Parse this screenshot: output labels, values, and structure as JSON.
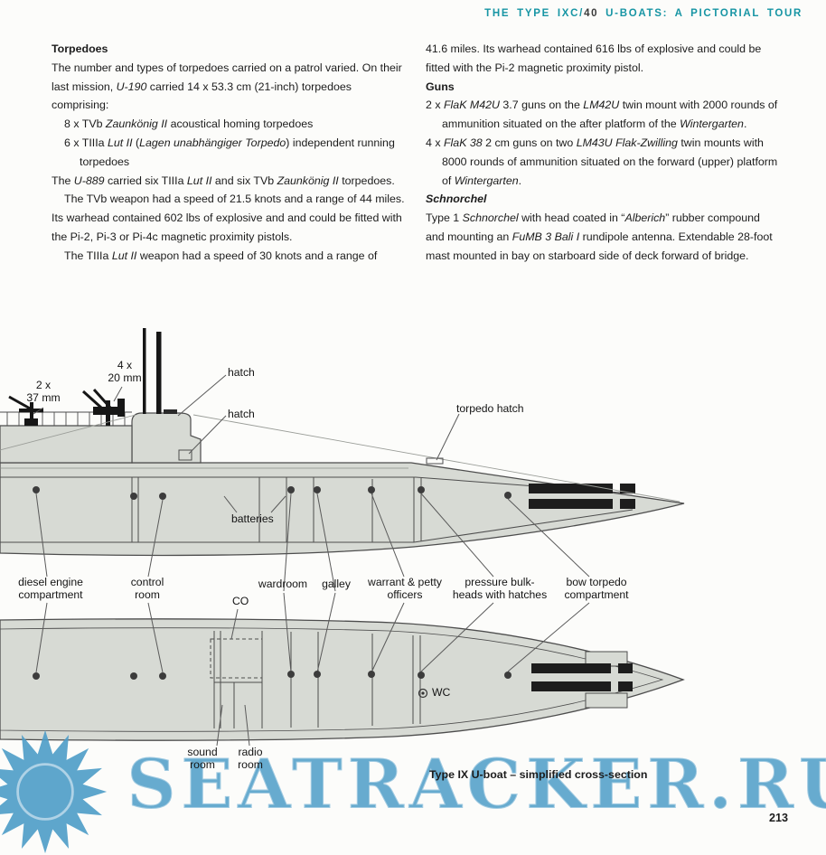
{
  "page": {
    "header": {
      "part1": "THE TYPE IXC/",
      "part2": "40",
      "part3": " U-BOATS: A PICTORIAL TOUR"
    },
    "page_number": "213",
    "watermark_text": "SEATRACKER.RU",
    "accent_color": "#1795a4",
    "watermark_color": "#4e9dc8"
  },
  "article": {
    "left": {
      "heading_torpedoes": "Torpedoes",
      "p_intro": [
        {
          "t": "The number and types of torpedoes carried on a patrol varied. On their last mission, "
        },
        {
          "t": "U-190",
          "i": true
        },
        {
          "t": " carried 14 x 53.3 cm (21-inch) torpedoes comprising:"
        }
      ],
      "item_tvb": [
        {
          "t": "8 x TVb "
        },
        {
          "t": "Zaunkönig II",
          "i": true
        },
        {
          "t": " acoustical homing torpedoes"
        }
      ],
      "item_tiiia": [
        {
          "t": "6 x TIIIa "
        },
        {
          "t": "Lut II",
          "i": true
        },
        {
          "t": " ("
        },
        {
          "t": "Lagen unabhängiger Torpedo",
          "i": true
        },
        {
          "t": ") independent running torpedoes"
        }
      ],
      "p_u889": [
        {
          "t": "The "
        },
        {
          "t": "U-889",
          "i": true
        },
        {
          "t": " carried six TIIIa "
        },
        {
          "t": "Lut II",
          "i": true
        },
        {
          "t": " and six TVb "
        },
        {
          "t": "Zaunkönig II",
          "i": true
        },
        {
          "t": " torpedoes."
        }
      ],
      "p_tvb_detail": [
        {
          "t": "The TVb weapon had a speed of 21.5 knots and a range of 44 miles. Its warhead contained 602 lbs of explosive and and could be fitted with the Pi-2, Pi-3 or Pi-4c magnetic proximity pistols."
        }
      ],
      "p_tiiia_detail": [
        {
          "t": "The TIIIa "
        },
        {
          "t": "Lut II",
          "i": true
        },
        {
          "t": " weapon had a speed of 30 knots and a range of"
        }
      ]
    },
    "right": {
      "p_cont": [
        {
          "t": "41.6 miles. Its warhead contained 616 lbs of explosive and could be fitted with the Pi-2 magnetic proximity pistol."
        }
      ],
      "heading_guns": "Guns",
      "gun_item_1": [
        {
          "t": "2 x "
        },
        {
          "t": "FlaK M42U",
          "i": true
        },
        {
          "t": " 3.7 guns on the "
        },
        {
          "t": "LM42U",
          "i": true
        },
        {
          "t": " twin mount with 2000 rounds of ammunition situated on the after platform of the "
        },
        {
          "t": "Wintergarten",
          "i": true
        },
        {
          "t": "."
        }
      ],
      "gun_item_2": [
        {
          "t": "4 x "
        },
        {
          "t": "FlaK 38",
          "i": true
        },
        {
          "t": " 2 cm guns on two "
        },
        {
          "t": "LM43U Flak-Zwilling",
          "i": true
        },
        {
          "t": " twin mounts with 8000 rounds of ammunition situated on the forward (upper) platform of "
        },
        {
          "t": "Wintergarten",
          "i": true
        },
        {
          "t": "."
        }
      ],
      "heading_schnorchel": "Schnorchel",
      "p_schnorchel": [
        {
          "t": "Type 1 "
        },
        {
          "t": "Schnorchel",
          "i": true
        },
        {
          "t": " with head coated in “"
        },
        {
          "t": "Alberich",
          "i": true
        },
        {
          "t": "” rubber compound and mounting an "
        },
        {
          "t": "FuMB 3 Bali I",
          "i": true
        },
        {
          "t": " rundipole antenna. Extendable 28-foot mast mounted in bay on starboard side of deck forward of bridge."
        }
      ]
    }
  },
  "diagram": {
    "labels": {
      "gun_37": "2 x\n37 mm",
      "gun_20": "4 x\n20 mm",
      "hatch_upper": "hatch",
      "hatch_lower": "hatch",
      "torpedo_hatch": "torpedo hatch",
      "batteries": "batteries",
      "diesel": "diesel engine\ncompartment",
      "control_room": "control\nroom",
      "wardroom": "wardroom",
      "galley": "galley",
      "warrant": "warrant & petty\nofficers",
      "pressure_bulkheads": "pressure bulk-\nheads with hatches",
      "bow_torpedo": "bow torpedo\ncompartment",
      "co": "CO",
      "sound_room": "sound\nroom",
      "radio_room": "radio\nroom",
      "wc": "WC"
    },
    "caption": "Type IX U-boat – simplified cross-section"
  }
}
